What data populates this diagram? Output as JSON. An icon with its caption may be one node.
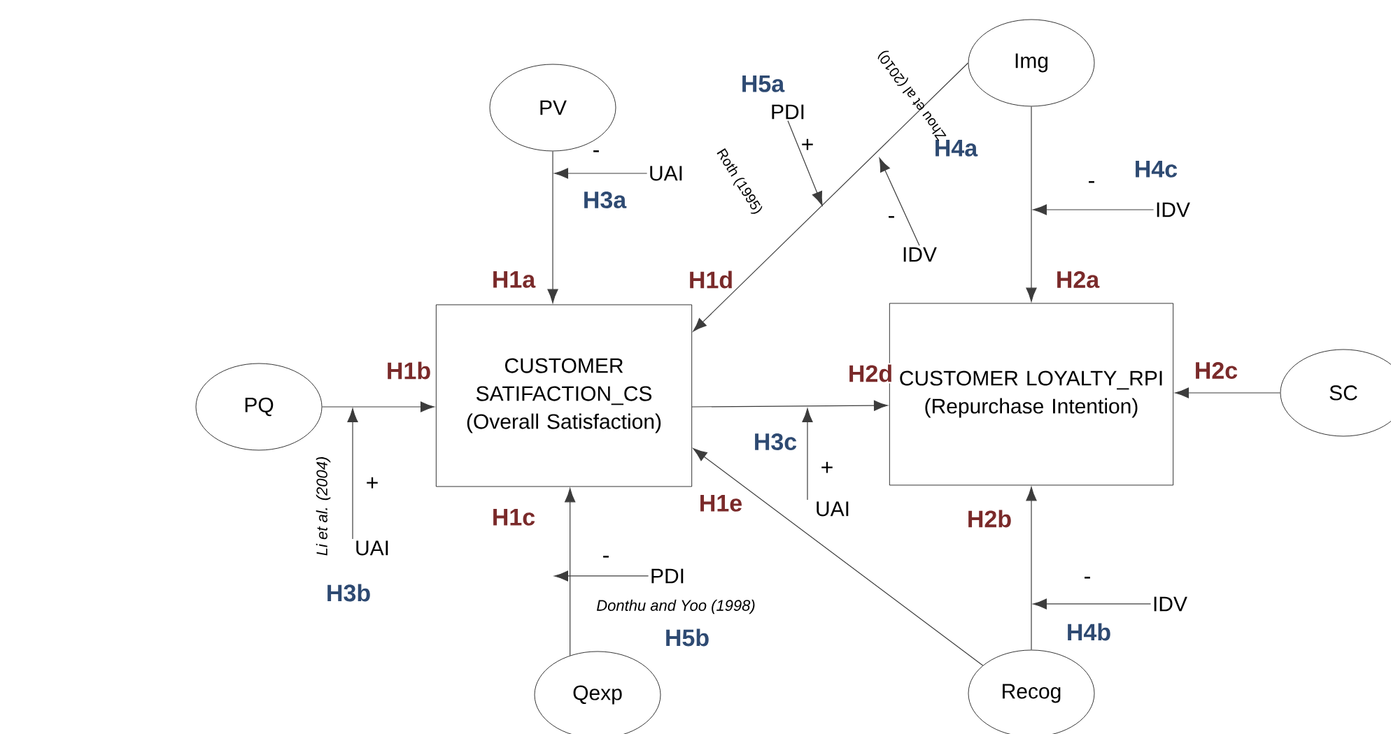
{
  "diagram": {
    "nodes": [
      {
        "text": [
          "PV"
        ]
      },
      {
        "text": [
          "Img"
        ]
      },
      {
        "text": [
          "PQ"
        ]
      },
      {
        "text": [
          "CUSTOMER SATIFACTION_CS",
          "(Overall Satisfaction)"
        ]
      },
      {
        "text": [
          "CUSTOMER LOYALTY_RPI",
          "(Repurchase Intention)"
        ]
      },
      {
        "text": [
          "SC"
        ]
      },
      {
        "text": [
          "Qexp"
        ]
      },
      {
        "text": [
          "Recog"
        ]
      },
      {
        "text": [
          "UAI"
        ]
      },
      {
        "text": [
          "PDI"
        ]
      },
      {
        "text": [
          "IDV"
        ]
      },
      {
        "text": [
          "IDV"
        ]
      },
      {
        "text": [
          "UAI"
        ]
      },
      {
        "text": [
          "PDI"
        ]
      },
      {
        "text": [
          "UAI"
        ]
      },
      {
        "text": [
          "IDV"
        ]
      }
    ],
    "labels": [
      "+",
      "-",
      "Roth (1995)",
      "Zhou et al (2010)",
      "-",
      "-",
      "+",
      "+",
      "Li et al. (2004)",
      "-",
      "-",
      "Donthu and Yoo (1998)"
    ],
    "edges": [
      {
        "from": 0,
        "to": 3,
        "arrow": "to",
        "label": "H1a"
      },
      {
        "from": 1,
        "to": 3,
        "arrow": "to",
        "label": "H1d"
      },
      {
        "from": 2,
        "to": 3,
        "arrow": "to",
        "label": "H1b"
      },
      {
        "from": 6,
        "to": 3,
        "arrow": "to",
        "label": "H1c"
      },
      {
        "from": 7,
        "to": 3,
        "arrow": "to",
        "label": "H1e"
      },
      {
        "from": 3,
        "to": 4,
        "arrow": "to",
        "label": "H2d"
      },
      {
        "from": 1,
        "to": 4,
        "arrow": "to",
        "label": "H2a"
      },
      {
        "from": 5,
        "to": 4,
        "arrow": "to",
        "label": "H2c"
      },
      {
        "from": 7,
        "to": 4,
        "arrow": "to",
        "label": "H2b"
      },
      {
        "from": 8,
        "to": null,
        "arrow": "to",
        "label": "H3a"
      },
      {
        "from": 9,
        "to": null,
        "arrow": "to",
        "label": "H5a"
      },
      {
        "from": 10,
        "to": null,
        "arrow": "to",
        "label": "H4a"
      },
      {
        "from": 11,
        "to": null,
        "arrow": "to",
        "label": "H4c"
      },
      {
        "from": 12,
        "to": null,
        "arrow": "to",
        "label": "H3b"
      },
      {
        "from": 13,
        "to": null,
        "arrow": "to",
        "label": "H5b"
      },
      {
        "from": 14,
        "to": null,
        "arrow": "to",
        "label": "H3c"
      },
      {
        "from": 15,
        "to": null,
        "arrow": "to",
        "label": "H4b"
      }
    ]
  }
}
